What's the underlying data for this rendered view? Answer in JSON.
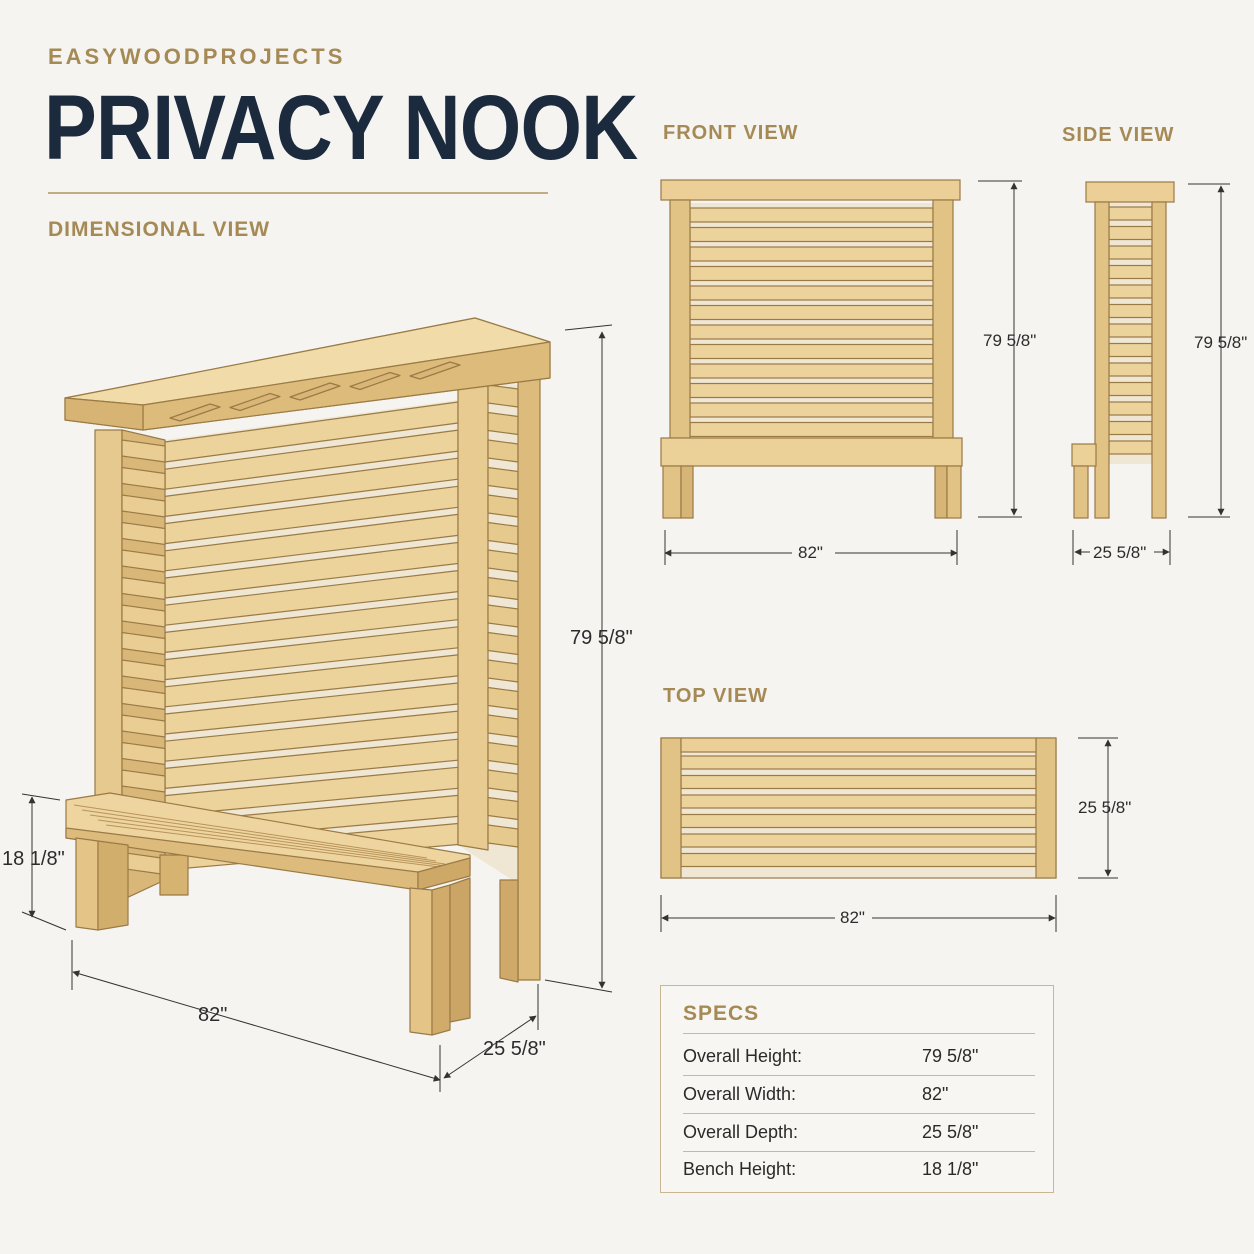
{
  "header": {
    "brand": "EASYWOODPROJECTS",
    "title": "PRIVACY NOOK",
    "subtitle": "DIMENSIONAL VIEW"
  },
  "views": {
    "front": "FRONT VIEW",
    "side": "SIDE VIEW",
    "top": "TOP VIEW"
  },
  "dimensions": {
    "iso_height": "79 5/8\"",
    "iso_bench_height": "18 1/8\"",
    "iso_width": "82\"",
    "iso_depth": "25 5/8\"",
    "front_height": "79 5/8\"",
    "front_width": "82\"",
    "side_height": "79 5/8\"",
    "side_depth": "25 5/8\"",
    "top_depth": "25 5/8\"",
    "top_width": "82\""
  },
  "specs": {
    "title": "SPECS",
    "rows": [
      {
        "label": "Overall Height:",
        "value": "79 5/8\""
      },
      {
        "label": "Overall Width:",
        "value": "82\""
      },
      {
        "label": "Overall Depth:",
        "value": "25 5/8\""
      },
      {
        "label": "Bench Height:",
        "value": "18 1/8\""
      }
    ]
  },
  "colors": {
    "wood": "#e9cf96",
    "wood_shade": "#d3b072",
    "wood_dark": "#b99257",
    "accent": "#a58a55",
    "title": "#1c2a3e"
  }
}
